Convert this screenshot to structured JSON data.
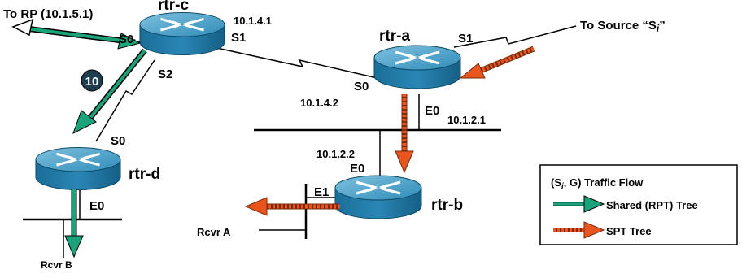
{
  "colors": {
    "shared_tree": "#1aa37a",
    "spt_tree": "#e8551f",
    "router_top": "#4d9fc4",
    "router_body": "#1f7aa8",
    "step_badge": "#1e3d4f"
  },
  "routers": {
    "rtr_a": {
      "name": "rtr-a"
    },
    "rtr_b": {
      "name": "rtr-b"
    },
    "rtr_c": {
      "name": "rtr-c"
    },
    "rtr_d": {
      "name": "rtr-d"
    }
  },
  "interfaces": {
    "c_s0": "S0",
    "c_s1": "S1",
    "c_s2": "S2",
    "a_s0": "S0",
    "a_s1": "S1",
    "a_e0": "E0",
    "b_e0": "E0",
    "b_e1": "E1",
    "d_s0": "S0",
    "d_e0": "E0"
  },
  "addresses": {
    "c_s1": "10.1.4.1",
    "a_s0": "10.1.4.2",
    "a_e0": "10.1.2.1",
    "b_e0": "10.1.2.2"
  },
  "labels": {
    "to_rp": "To RP (10.1.5.1)",
    "to_source_prefix": "To Source “S",
    "to_source_sub": "i",
    "to_source_suffix": "”",
    "rcvr_a": "Rcvr  A",
    "rcvr_b": "Rcvr  B",
    "step": "10"
  },
  "legend": {
    "title_prefix": "(S",
    "title_sub": "i",
    "title_suffix": ", G) Traffic Flow",
    "shared": "Shared (RPT) Tree",
    "spt": "SPT Tree"
  }
}
